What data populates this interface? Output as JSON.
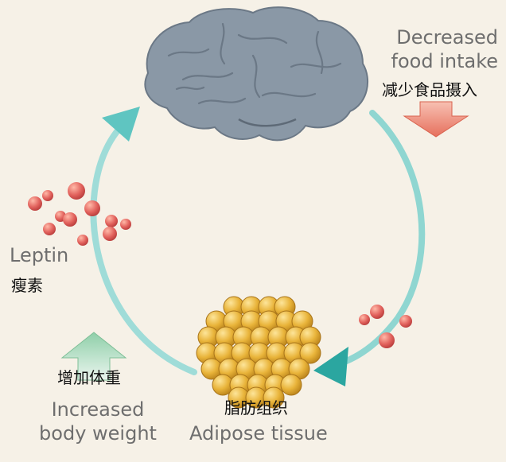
{
  "decreased_food_intake": {
    "en": "Decreased food intake",
    "zh": "减少食品摄入"
  },
  "leptin": {
    "en": "Leptin",
    "zh": "瘦素"
  },
  "increased_body_weight": {
    "en": "Increased body weight",
    "zh": "增加体重"
  },
  "adipose_tissue": {
    "en": "Adipose tissue",
    "zh": "脂肪组织"
  },
  "colors": {
    "background": "#f6f1e7",
    "cycle_arrow": "#5fc5c1",
    "brain": "#8a98a6",
    "leptin_particles": "#e2625d",
    "adipose_cells": "#e9b43a",
    "down_arrow": "#e6705d",
    "up_arrow": "#a8d8bd"
  },
  "icons": [
    "brain-icon",
    "adipose-cluster-icon",
    "leptin-particle-icon",
    "down-arrow-icon",
    "up-arrow-icon",
    "cycle-arrow-icon"
  ]
}
